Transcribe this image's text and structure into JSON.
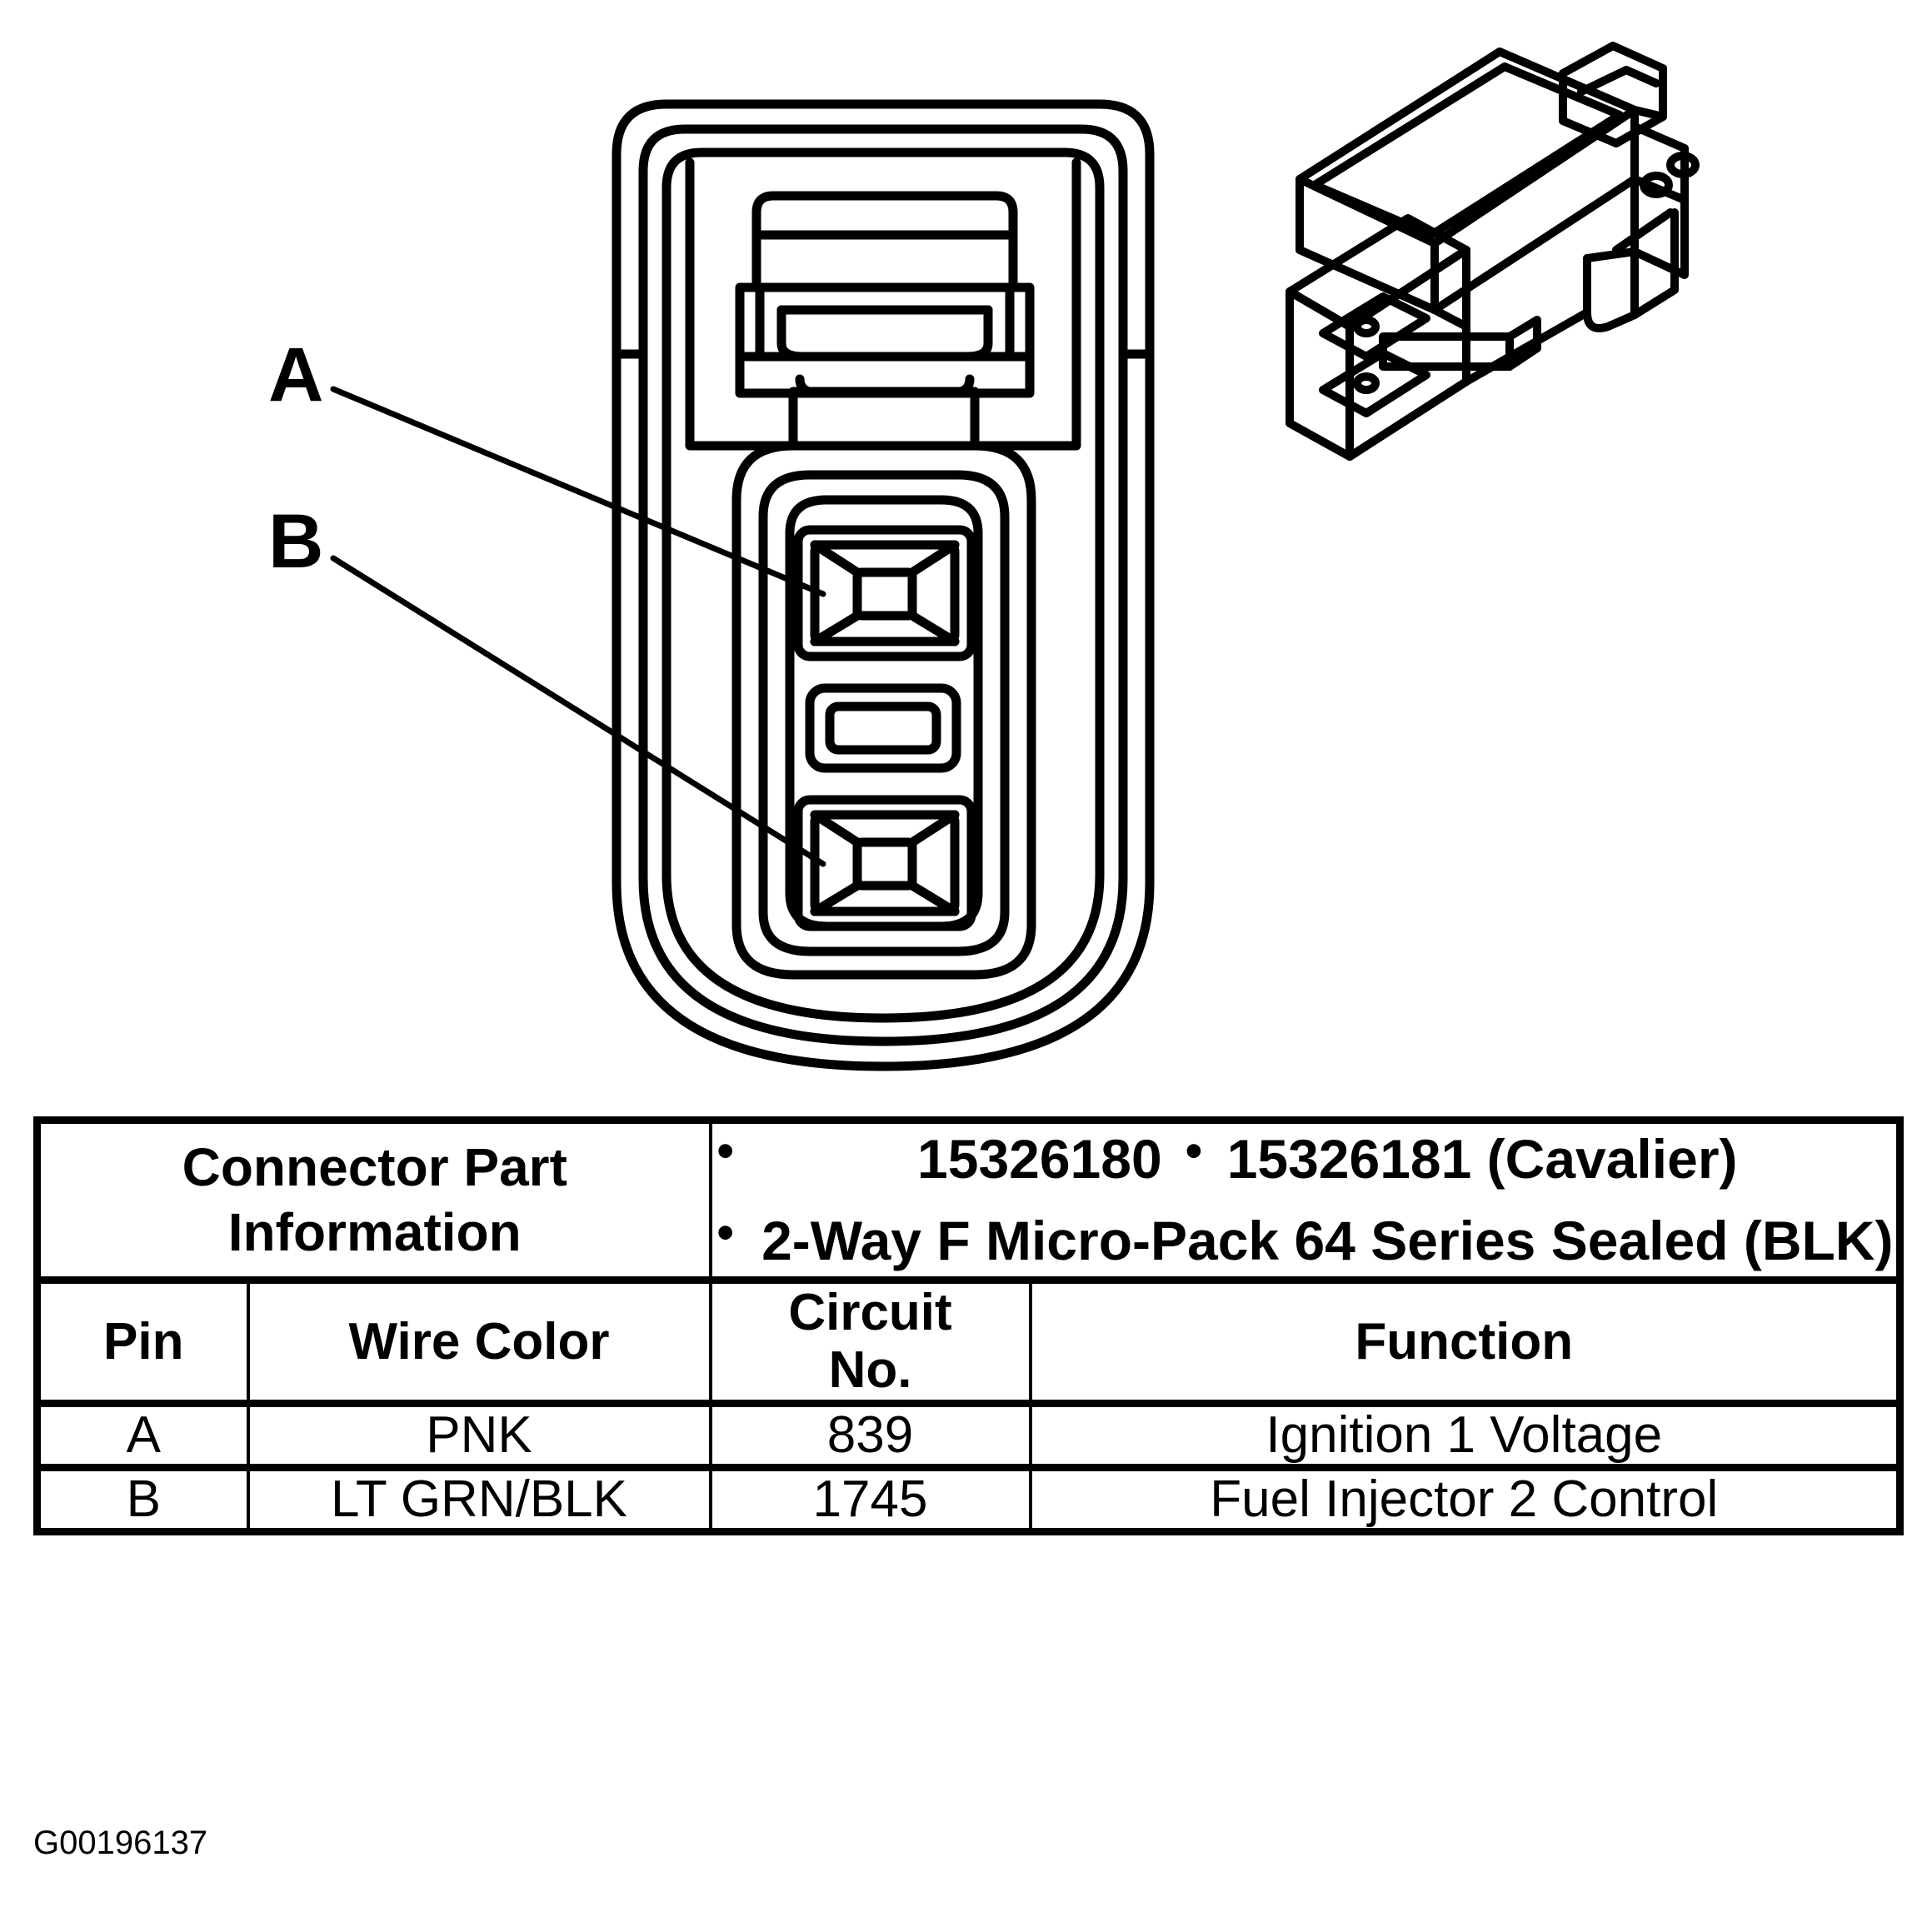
{
  "figure": {
    "id_code": "G00196137",
    "callouts": [
      {
        "label": "A",
        "name": "callout-a"
      },
      {
        "label": "B",
        "name": "callout-b"
      }
    ],
    "views": {
      "face_view": "2-way connector terminal face view",
      "iso_view": "2-way connector isometric body view"
    }
  },
  "table": {
    "part_info": {
      "label_line1": "Connector Part",
      "label_line2": "Information",
      "bullets": [
        "15326180",
        "15326181 (Cavalier)",
        "2-Way F Micro-Pack 64 Series Sealed (BLK)"
      ]
    },
    "headers": {
      "pin": "Pin",
      "wire_color": "Wire Color",
      "circuit_no_line1": "Circuit",
      "circuit_no_line2": "No.",
      "function": "Function"
    },
    "rows": [
      {
        "pin": "A",
        "wire_color": "PNK",
        "circuit_no": "839",
        "function": "Ignition 1 Voltage"
      },
      {
        "pin": "B",
        "wire_color": "LT GRN/BLK",
        "circuit_no": "1745",
        "function": "Fuel Injector 2 Control"
      }
    ]
  },
  "colors": {
    "ink": "#000000",
    "paper": "#ffffff"
  }
}
